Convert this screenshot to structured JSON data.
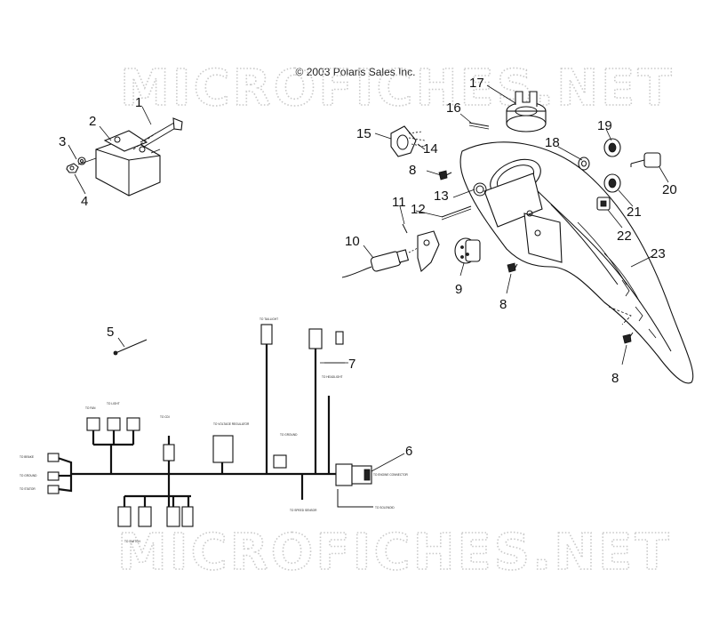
{
  "copyright": "© 2003 Polaris Sales Inc.",
  "watermark_top": "MICROFICHES.NET",
  "watermark_bottom": "MICROFICHES.NET",
  "callouts": [
    "1",
    "2",
    "3",
    "4",
    "5",
    "6",
    "7",
    "8",
    "8",
    "8",
    "9",
    "10",
    "11",
    "12",
    "13",
    "14",
    "15",
    "16",
    "17",
    "18",
    "19",
    "20",
    "21",
    "22",
    "23"
  ],
  "harness_labels": {
    "tail": "TO TAILLIGHT",
    "fan": "TO FAN",
    "light": "TO LIGHT",
    "regulator": "TO VOLTAGE REGULATOR",
    "cdi": "TO CDI",
    "speed": "TO SPEED SENSOR",
    "headlight": "TO HEADLIGHT",
    "left1": "TO BRAKE",
    "left2": "TO GROUND",
    "left3": "TO STATOR",
    "ground": "TO GROUND",
    "solenoid": "TO SOLENOID",
    "engine": "TO ENGINE CONNECTOR",
    "lower": "TO SWITCH"
  }
}
